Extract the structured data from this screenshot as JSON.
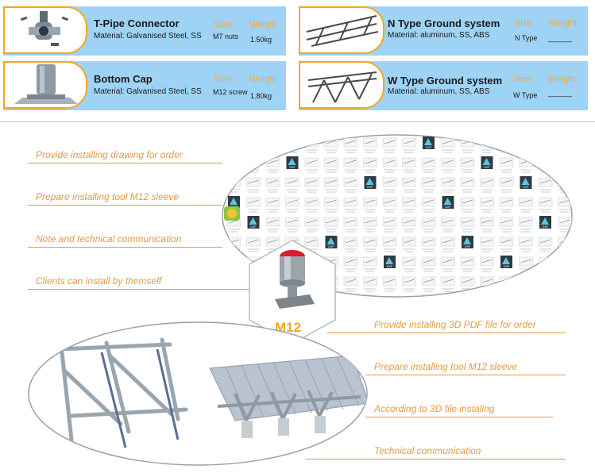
{
  "products": [
    {
      "title": "T-Pipe Connector",
      "material": "Material: Galvanised Steel, SS",
      "size_header": "Size",
      "weight_header": "Weight",
      "size_value": "M7 nuts",
      "weight_value": "1.50kg"
    },
    {
      "title": "N Type Ground system",
      "material": "Material: aluminum, SS, ABS",
      "size_header": "Size",
      "weight_header": "Weight",
      "size_value": "N Type",
      "weight_value": "______"
    },
    {
      "title": "Bottom Cap",
      "material": "Material: Galvanised Steel, SS",
      "size_header": "Size",
      "weight_header": "Weight",
      "size_value": "M12 screw",
      "weight_value": "1.80kg"
    },
    {
      "title": "W Type Ground system",
      "material": "Material: aluminum, SS, ABS",
      "size_header": "Size",
      "weight_header": "Weight",
      "size_value": "W Type",
      "weight_value": "______"
    }
  ],
  "left_notes": [
    "Provide installing drawing for order",
    "Prepare installing tool M12 sleeve",
    "Note and technical communication",
    "Clients can install by themself"
  ],
  "right_notes": [
    "Provide installing 3D PDF file for order",
    "Prepare installing tool M12 sleeve",
    "According to 3D file instaling",
    "Technical communication"
  ],
  "badge": "M12",
  "file_badge": "DXF",
  "colors": {
    "accent": "#f5a623",
    "card_bg": "#9ed3f5",
    "note": "#e89a3c"
  }
}
